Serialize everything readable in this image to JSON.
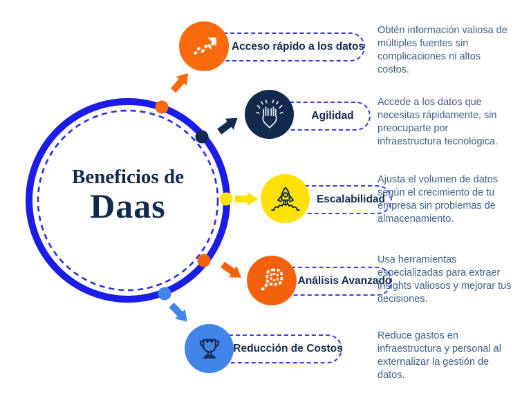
{
  "title": {
    "line1": "Beneficios de",
    "line2": "Daas"
  },
  "colors": {
    "ring_blue": "#1C1CE8",
    "dashed_blue": "#3B3BE4",
    "navy": "#12294E",
    "orange": "#F9690E",
    "orange_deep": "#F4610C",
    "yellow": "#FFE204",
    "medium_blue": "#4285E8",
    "body_text": "#3C5E88"
  },
  "items": [
    {
      "label": "Acceso rápido a los datos",
      "icon": "trend-up-icon",
      "color": "#F9690E",
      "description": "Obtén información valiosa de múltiples fuentes sin complicaciones ni altos costos."
    },
    {
      "label": "Agilidad",
      "icon": "hands-celebration-icon",
      "color": "#12294E",
      "description": "Accede a los datos que necesitas rápidamente, sin preocuparte por infraestructura tecnológica."
    },
    {
      "label": "Escalabilidad",
      "icon": "rocket-launch-icon",
      "color": "#FFE204",
      "description": "Ajusta el volumen de datos según el crecimiento de tu empresa sin problemas de almacenamiento."
    },
    {
      "label": "Análisis Avanzado",
      "icon": "magnifier-icon",
      "color": "#F4610C",
      "description": "Usa herramientas especializadas para extraer insights valiosos y mejorar tus decisiones."
    },
    {
      "label": "Reducción de Costos",
      "icon": "trophy-icon",
      "color": "#4285E8",
      "description": "Reduce gastos en infraestructura y personal al externalizar la gestión de datos."
    }
  ]
}
